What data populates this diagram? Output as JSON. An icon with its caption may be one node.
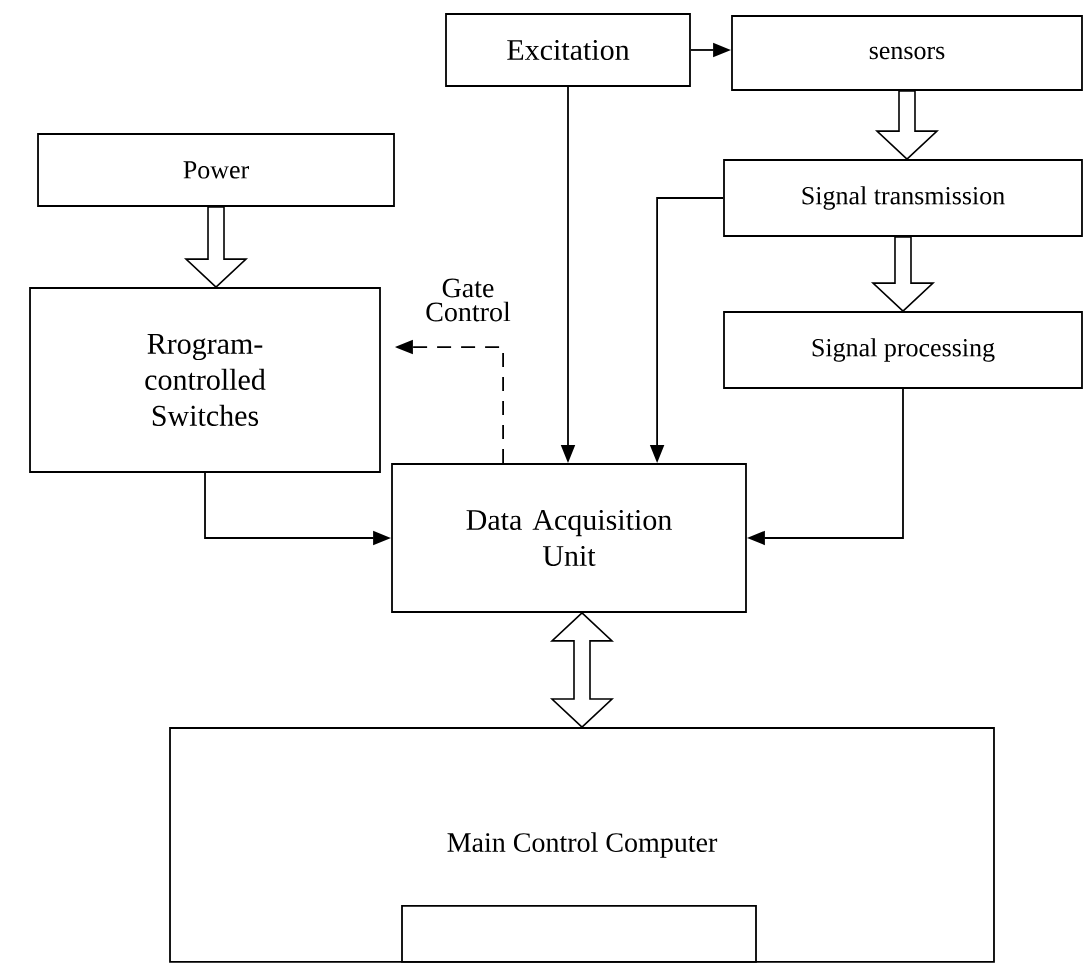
{
  "diagram": {
    "nodes": [
      {
        "text": [
          "Excitation"
        ]
      },
      {
        "text": [
          "sensors"
        ]
      },
      {
        "text": [
          "Power"
        ]
      },
      {
        "text": [
          "Signal transmission"
        ]
      },
      {
        "text": [
          "Rrogram-controlled Switches"
        ]
      },
      {
        "text": [
          "Signal processing"
        ]
      },
      {
        "text": [
          "Data Acquisition Unit"
        ]
      },
      {
        "text": [
          "Main Control Computer"
        ]
      },
      {
        "text": [],
        "shape": "box",
        "in": 7
      }
    ],
    "edges": [
      {
        "from": 0,
        "to": 1,
        "arrow": "to"
      },
      {
        "from": 1,
        "to": 3,
        "arrow": "to",
        "style": "thick"
      },
      {
        "from": 2,
        "to": 4,
        "arrow": "to",
        "style": "thick"
      },
      {
        "from": 3,
        "to": 5,
        "arrow": "to",
        "style": "thick"
      },
      {
        "from": 0,
        "to": 6,
        "arrow": "to"
      },
      {
        "from": 3,
        "to": 6,
        "arrow": "to"
      },
      {
        "from": 6,
        "to": 4,
        "arrow": "to",
        "style": "dashed",
        "label": "Gate Control"
      },
      {
        "from": 4,
        "to": 6,
        "arrow": "to"
      },
      {
        "from": 5,
        "to": 6,
        "arrow": "to"
      },
      {
        "from": 6,
        "to": 7,
        "arrow": "both",
        "style": "thick"
      }
    ]
  }
}
